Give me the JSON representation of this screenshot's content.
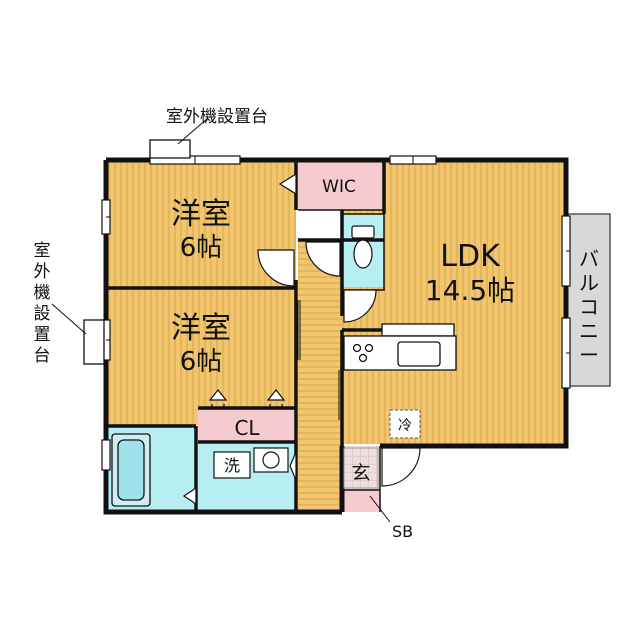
{
  "rooms": {
    "bedroom_upper": {
      "name": "洋室",
      "size": "6帖"
    },
    "bedroom_lower": {
      "name": "洋室",
      "size": "6帖"
    },
    "ldk": {
      "name": "LDK",
      "size": "14.5帖"
    },
    "wic": "WIC",
    "closet": "CL",
    "washroom": "洗",
    "entrance": "玄",
    "fridge": "冷"
  },
  "labels": {
    "outdoor_unit_top": "室外機設置台",
    "outdoor_unit_left": [
      "室",
      "外",
      "機",
      "設",
      "置",
      "台"
    ],
    "balcony": [
      "バ",
      "ル",
      "コ",
      "ニ",
      "ー"
    ],
    "sb": "SB"
  },
  "colors": {
    "wood": "#f1c66f",
    "wood_stripe": "#e0ab4a",
    "wet_area": "#b7eef2",
    "wic_closet": "#f6cbcf",
    "entrance_tile": "#ead8d8",
    "balcony": "#d8d8d8",
    "wall": "#111111"
  }
}
